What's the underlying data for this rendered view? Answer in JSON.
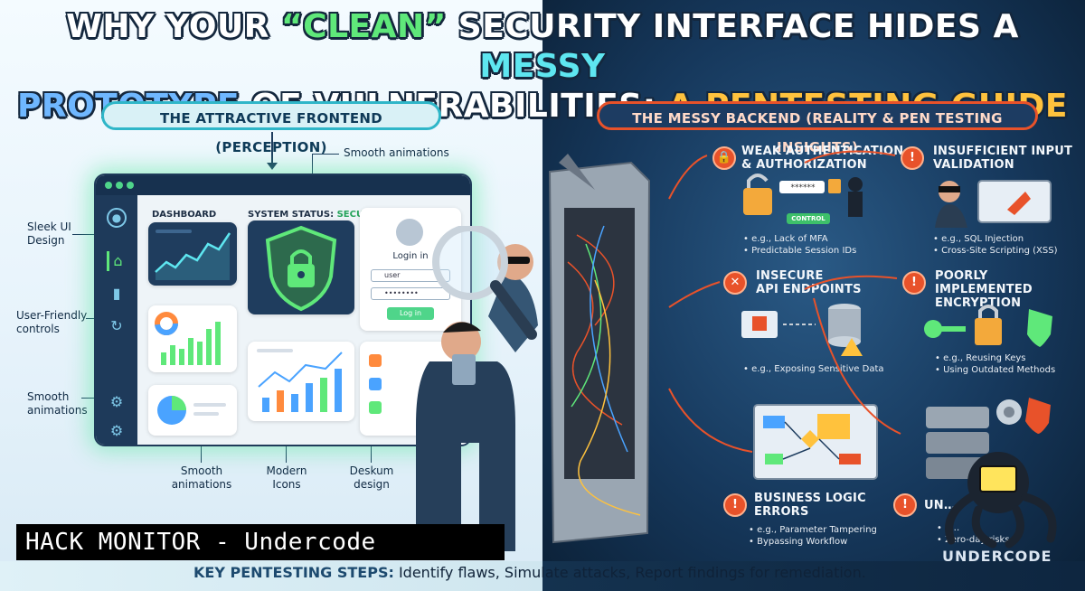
{
  "title": {
    "line1_part1": "WHY YOUR ",
    "line1_clean": "“CLEAN”",
    "line1_part2": " SECURITY INTERFACE HIDES A ",
    "line1_messy": "MESSY",
    "line2_prototype": "PROTOTYPE",
    "line2_part": " OF VULNERABILITIES: ",
    "line2_guide": "A PENTESTING GUIDE"
  },
  "left": {
    "header": "THE ATTRACTIVE FRONTEND (PERCEPTION)",
    "labels": {
      "smooth_top": "Smooth animations",
      "sleek": "Sleek UI\nDesign",
      "friendly": "User-Friendly\ncontrols",
      "smooth_side": "Smooth\nanimations",
      "smooth_bottom": "Smooth\nanimations",
      "modern": "Modern\nIcons",
      "deskum": "Deskum\ndesign"
    },
    "dashboard": {
      "title": "DASHBOARD",
      "status_prefix": "SYSTEM STATUS: ",
      "status_value": "SECURE",
      "login_title": "Login in",
      "user_placeholder": "user",
      "password_mask": "••••••••",
      "login_button": "Log in"
    }
  },
  "right": {
    "header": "THE MESSY BACKEND (REALITY & PEN TESTING INSIGHTS)",
    "vulns": [
      {
        "title": "WEAK AUTHENTICATION\n& AUTHORIZATION",
        "sub": "• e.g., Lack of MFA\n• Predictable Session IDs"
      },
      {
        "title": "INSUFFICIENT INPUT\nVALIDATION",
        "sub": "• e.g., SQL Injection\n• Cross-Site Scripting (XSS)"
      },
      {
        "title": "INSECURE\nAPI ENDPOINTS",
        "sub": "• e.g., Exposing Sensitive Data"
      },
      {
        "title": "POORLY IMPLEMENTED\nENCRYPTION",
        "sub": "• e.g., Reusing Keys\n• Using Outdated Methods"
      },
      {
        "title": "BUSINESS LOGIC\nERRORS",
        "sub": "• e.g., Parameter Tampering\n• Bypassing Workflow"
      },
      {
        "title": "UN…",
        "sub": "• e…\n• Zero-day risks"
      }
    ],
    "password_dots": "******",
    "control_tag": "CONTROL"
  },
  "footer": {
    "lead": "KEY PENTESTING STEPS:",
    "rest": " Identify flaws, Simulate attacks, Report findings for remediation."
  },
  "badge": "HACK MONITOR - Undercode",
  "watermark": "UNDERCODE",
  "colors": {
    "accent_green": "#5fe87a",
    "accent_orange": "#ffc23d",
    "alert_red": "#e8522a",
    "cyan": "#5ee6f0"
  }
}
